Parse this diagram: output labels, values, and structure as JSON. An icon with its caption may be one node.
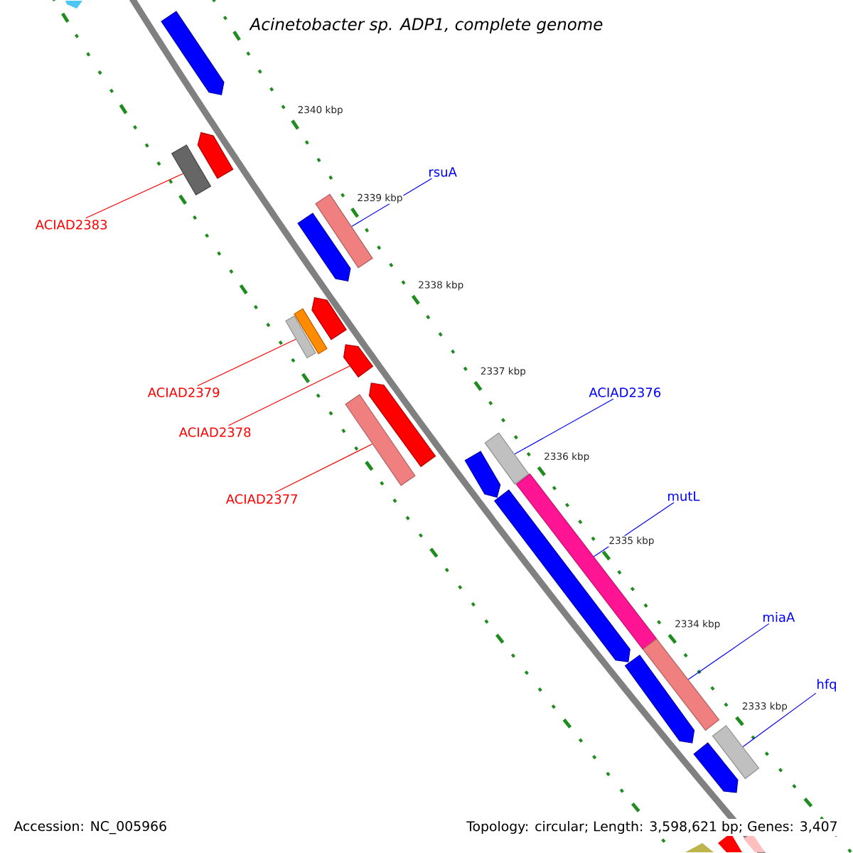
{
  "diagram": {
    "title": "Acinetobacter sp. ADP1, complete genome",
    "nodes": [
      {
        "text": [],
        "shape": "arrow"
      },
      {
        "text": [],
        "shape": "arrow"
      },
      {
        "text": [],
        "shape": "bar"
      },
      {
        "text": [],
        "shape": "arrow"
      },
      {
        "text": [],
        "shape": "bar"
      },
      {
        "text": [],
        "shape": "bar"
      },
      {
        "text": [],
        "shape": "bar"
      },
      {
        "text": [],
        "shape": "arrow"
      },
      {
        "text": [],
        "shape": "arrow"
      },
      {
        "text": [],
        "shape": "arrow"
      },
      {
        "text": [],
        "shape": "bar"
      },
      {
        "text": [],
        "shape": "bar"
      },
      {
        "text": [],
        "shape": "arrow"
      },
      {
        "text": [],
        "shape": "bar"
      },
      {
        "text": [],
        "shape": "arrow"
      },
      {
        "text": [],
        "shape": "bar"
      },
      {
        "text": [],
        "shape": "arrow"
      },
      {
        "text": [],
        "shape": "bar"
      },
      {
        "text": [],
        "shape": "arrow"
      },
      {
        "text": [
          "rsuA"
        ]
      },
      {
        "text": [
          "ACIAD2383"
        ]
      },
      {
        "text": [
          "ACIAD2379"
        ]
      },
      {
        "text": [
          "ACIAD2376"
        ]
      },
      {
        "text": [
          "ACIAD2378"
        ]
      },
      {
        "text": [
          "mutL"
        ]
      },
      {
        "text": [
          "ACIAD2377"
        ]
      },
      {
        "text": [
          "miaA"
        ]
      },
      {
        "text": [
          "hfq"
        ]
      }
    ],
    "edges": [
      {
        "from": 19,
        "to": 4,
        "arrow": "none"
      },
      {
        "from": 20,
        "to": 2,
        "arrow": "none",
        "color": "#ff0000"
      },
      {
        "from": 21,
        "to": 5,
        "arrow": "none",
        "color": "#ff0000"
      },
      {
        "from": 22,
        "to": 11,
        "arrow": "none"
      },
      {
        "from": 23,
        "to": 8,
        "arrow": "none",
        "color": "#ff0000"
      },
      {
        "from": 24,
        "to": 13,
        "arrow": "none"
      },
      {
        "from": 25,
        "to": 10,
        "arrow": "none",
        "color": "#ff0000"
      },
      {
        "from": 26,
        "to": 15,
        "arrow": "none"
      },
      {
        "from": 27,
        "to": 17,
        "arrow": "none"
      }
    ],
    "labels": [
      "2340 kbp",
      "2339 kbp",
      "2338 kbp",
      "2337 kbp",
      "2336 kbp",
      "2335 kbp",
      "2334 kbp",
      "2333 kbp",
      "Accession: NC_005966",
      "Topology: circular; Length: 3,598,621 bp; Genes: 3,407"
    ]
  }
}
